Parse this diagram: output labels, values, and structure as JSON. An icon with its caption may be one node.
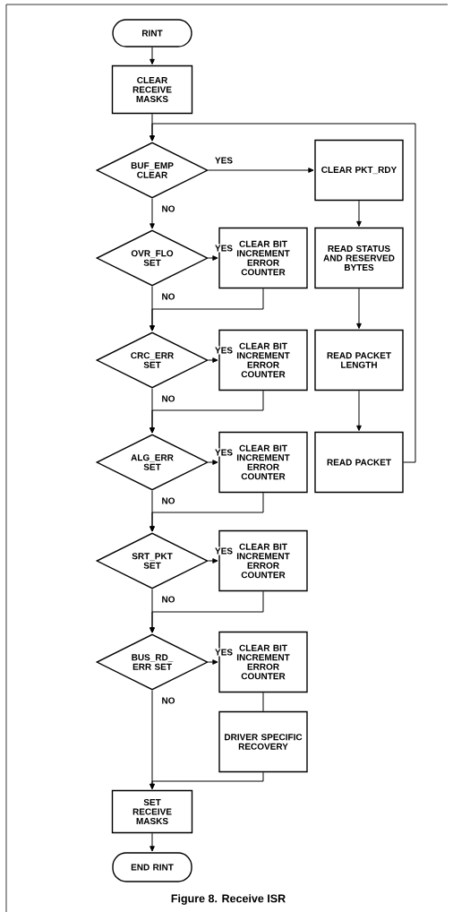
{
  "diagram": {
    "caption": "Figure 8. Receive ISR",
    "nodes": [
      {
        "text": [
          "RINT"
        ]
      },
      {
        "text": [
          "CLEAR RECEIVE MASKS"
        ]
      },
      {
        "text": [
          "BUF_EMP CLEAR"
        ]
      },
      {
        "text": [
          "CLEAR PKT_RDY"
        ]
      },
      {
        "text": [
          "OVR_FLO SET"
        ]
      },
      {
        "text": [
          "CLEAR BIT INCREMENT ERROR COUNTER"
        ]
      },
      {
        "text": [
          "READ STATUS AND RESERVED BYTES"
        ]
      },
      {
        "text": [
          "CRC_ERR SET"
        ]
      },
      {
        "text": [
          "CLEAR BIT INCREMENT ERROR COUNTER"
        ]
      },
      {
        "text": [
          "READ PACKET LENGTH"
        ]
      },
      {
        "text": [
          "ALG_ERR SET"
        ]
      },
      {
        "text": [
          "CLEAR BIT INCREMENT ERROR COUNTER"
        ]
      },
      {
        "text": [
          "READ PACKET"
        ]
      },
      {
        "text": [
          "SRT_PKT SET"
        ]
      },
      {
        "text": [
          "CLEAR BIT INCREMENT ERROR COUNTER"
        ]
      },
      {
        "text": [
          "BUS_RD_ ERR SET"
        ]
      },
      {
        "text": [
          "CLEAR BIT INCREMENT ERROR COUNTER"
        ]
      },
      {
        "text": [
          "DRIVER SPECIFIC RECOVERY"
        ]
      },
      {
        "text": [
          "SET RECEIVE MASKS"
        ]
      },
      {
        "text": [
          "END RINT"
        ]
      }
    ],
    "edges": [
      {
        "from": 0,
        "to": 1,
        "arrow": "to"
      },
      {
        "from": 1,
        "to": 2,
        "arrow": "to"
      },
      {
        "from": 2,
        "to": 3,
        "arrow": "to",
        "label": "YES"
      },
      {
        "from": 2,
        "to": 4,
        "arrow": "to",
        "label": "NO"
      },
      {
        "from": 3,
        "to": 6,
        "arrow": "to"
      },
      {
        "from": 6,
        "to": 9,
        "arrow": "to"
      },
      {
        "from": 9,
        "to": 12,
        "arrow": "to"
      },
      {
        "from": 12,
        "to": 2,
        "arrow": "to"
      },
      {
        "from": 4,
        "to": 5,
        "arrow": "to",
        "label": "YES"
      },
      {
        "from": 4,
        "to": 7,
        "arrow": "to",
        "label": "NO"
      },
      {
        "from": 5,
        "to": 7,
        "arrow": "to"
      },
      {
        "from": 7,
        "to": 8,
        "arrow": "to",
        "label": "YES"
      },
      {
        "from": 7,
        "to": 10,
        "arrow": "to",
        "label": "NO"
      },
      {
        "from": 8,
        "to": 10,
        "arrow": "to"
      },
      {
        "from": 10,
        "to": 11,
        "arrow": "to",
        "label": "YES"
      },
      {
        "from": 10,
        "to": 13,
        "arrow": "to",
        "label": "NO"
      },
      {
        "from": 11,
        "to": 13,
        "arrow": "to"
      },
      {
        "from": 13,
        "to": 14,
        "arrow": "to",
        "label": "YES"
      },
      {
        "from": 13,
        "to": 15,
        "arrow": "to",
        "label": "NO"
      },
      {
        "from": 14,
        "to": 15,
        "arrow": "to"
      },
      {
        "from": 15,
        "to": 16,
        "arrow": "to",
        "label": "YES"
      },
      {
        "from": 15,
        "to": 18,
        "arrow": "to",
        "label": "NO"
      },
      {
        "from": 16,
        "to": 17,
        "arrow": "none"
      },
      {
        "from": 17,
        "to": 18,
        "arrow": "to"
      },
      {
        "from": 18,
        "to": 19,
        "arrow": "to"
      }
    ]
  }
}
